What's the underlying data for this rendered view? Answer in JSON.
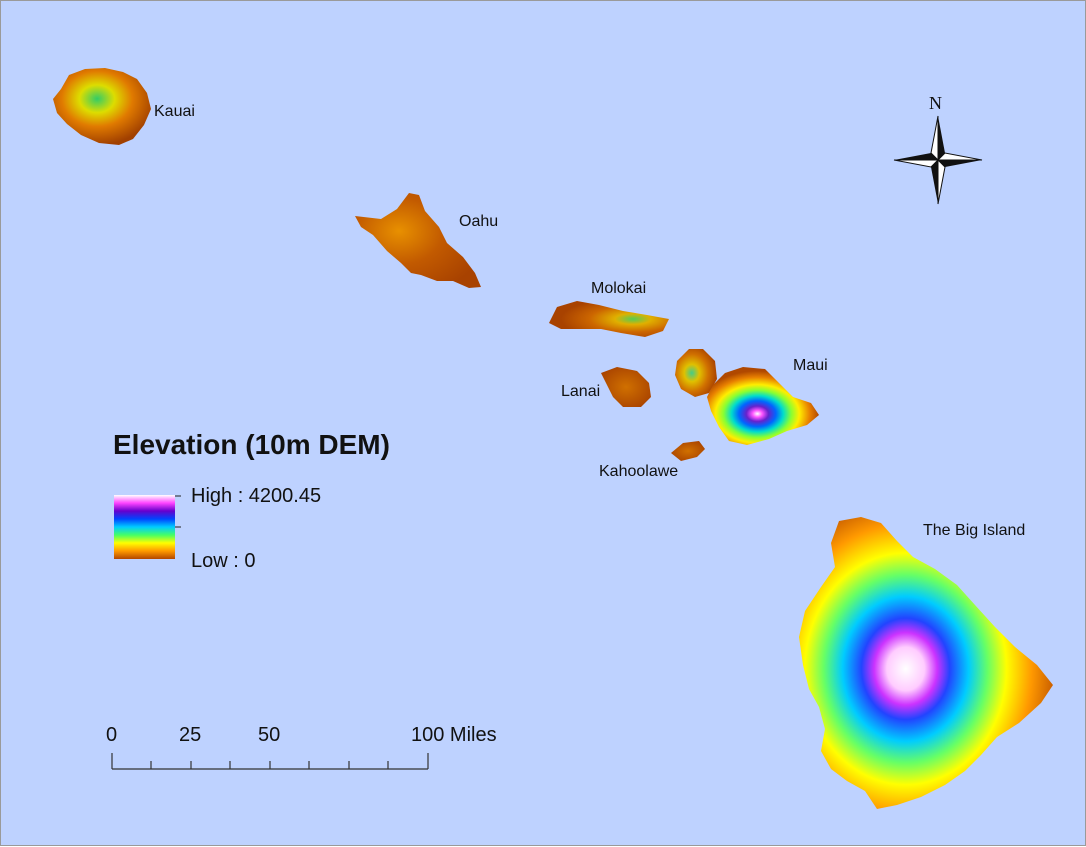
{
  "legend": {
    "title": "Elevation (10m DEM)",
    "high_label": "High : 4200.45",
    "low_label": "Low : 0",
    "ramp_colors": [
      "#ffffff",
      "#ff44ff",
      "#6600cc",
      "#0044ff",
      "#00ccff",
      "#44ff66",
      "#ffff00",
      "#ff9900",
      "#b34700"
    ],
    "high_value": 4200.45,
    "low_value": 0
  },
  "islands": {
    "kauai": "Kauai",
    "oahu": "Oahu",
    "molokai": "Molokai",
    "lanai": "Lanai",
    "maui": "Maui",
    "kahoolawe": "Kahoolawe",
    "big_island": "The Big Island"
  },
  "north_arrow": {
    "label": "N",
    "icon": "compass-rose-icon"
  },
  "scale_bar": {
    "tick_labels": [
      "0",
      "25",
      "50",
      "100 Miles"
    ],
    "tick_values": [
      0,
      25,
      50,
      100
    ],
    "unit": "Miles"
  },
  "colors": {
    "ocean": "#bed2ff",
    "low_land": "#b34700",
    "mid_land": "#ff9900",
    "peak": "#ffffff"
  }
}
